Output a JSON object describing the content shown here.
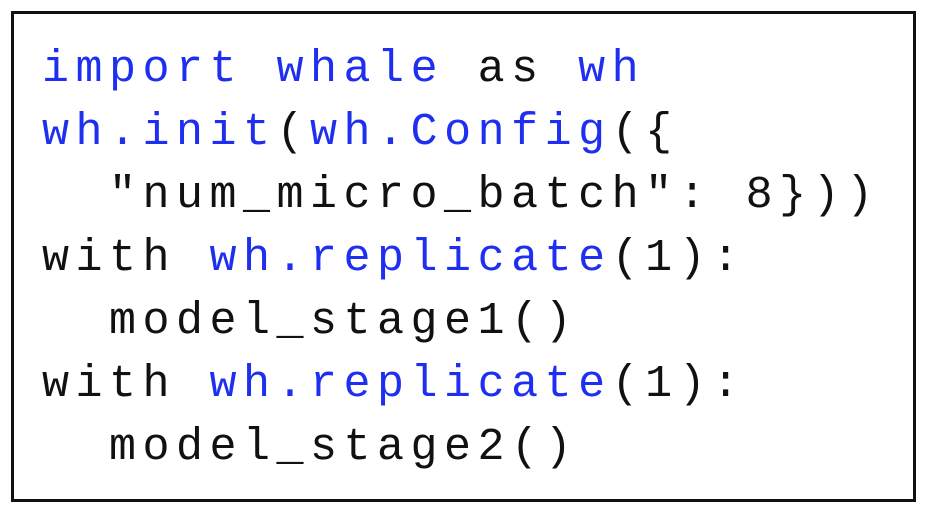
{
  "code": {
    "lines": [
      {
        "tokens": [
          {
            "text": "import",
            "kind": "kw"
          },
          {
            "text": " ",
            "kind": "txt"
          },
          {
            "text": "whale",
            "kind": "kw"
          },
          {
            "text": " as ",
            "kind": "txt"
          },
          {
            "text": "wh",
            "kind": "kw"
          }
        ]
      },
      {
        "tokens": [
          {
            "text": "wh.init",
            "kind": "kw"
          },
          {
            "text": "(",
            "kind": "txt"
          },
          {
            "text": "wh.Config",
            "kind": "kw"
          },
          {
            "text": "({",
            "kind": "txt"
          }
        ]
      },
      {
        "tokens": [
          {
            "text": "  \"num_micro_batch\": 8}))",
            "kind": "txt"
          }
        ]
      },
      {
        "tokens": [
          {
            "text": "with ",
            "kind": "txt"
          },
          {
            "text": "wh.replicate",
            "kind": "kw"
          },
          {
            "text": "(1):",
            "kind": "txt"
          }
        ]
      },
      {
        "tokens": [
          {
            "text": "  model_stage1()",
            "kind": "txt"
          }
        ]
      },
      {
        "tokens": [
          {
            "text": "with ",
            "kind": "txt"
          },
          {
            "text": "wh.replicate",
            "kind": "kw"
          },
          {
            "text": "(1):",
            "kind": "txt"
          }
        ]
      },
      {
        "tokens": [
          {
            "text": "  model_stage2()",
            "kind": "txt"
          }
        ]
      }
    ]
  },
  "colors": {
    "keyword": "#1f2ff0",
    "text": "#111111",
    "border": "#111111",
    "background": "#ffffff"
  }
}
